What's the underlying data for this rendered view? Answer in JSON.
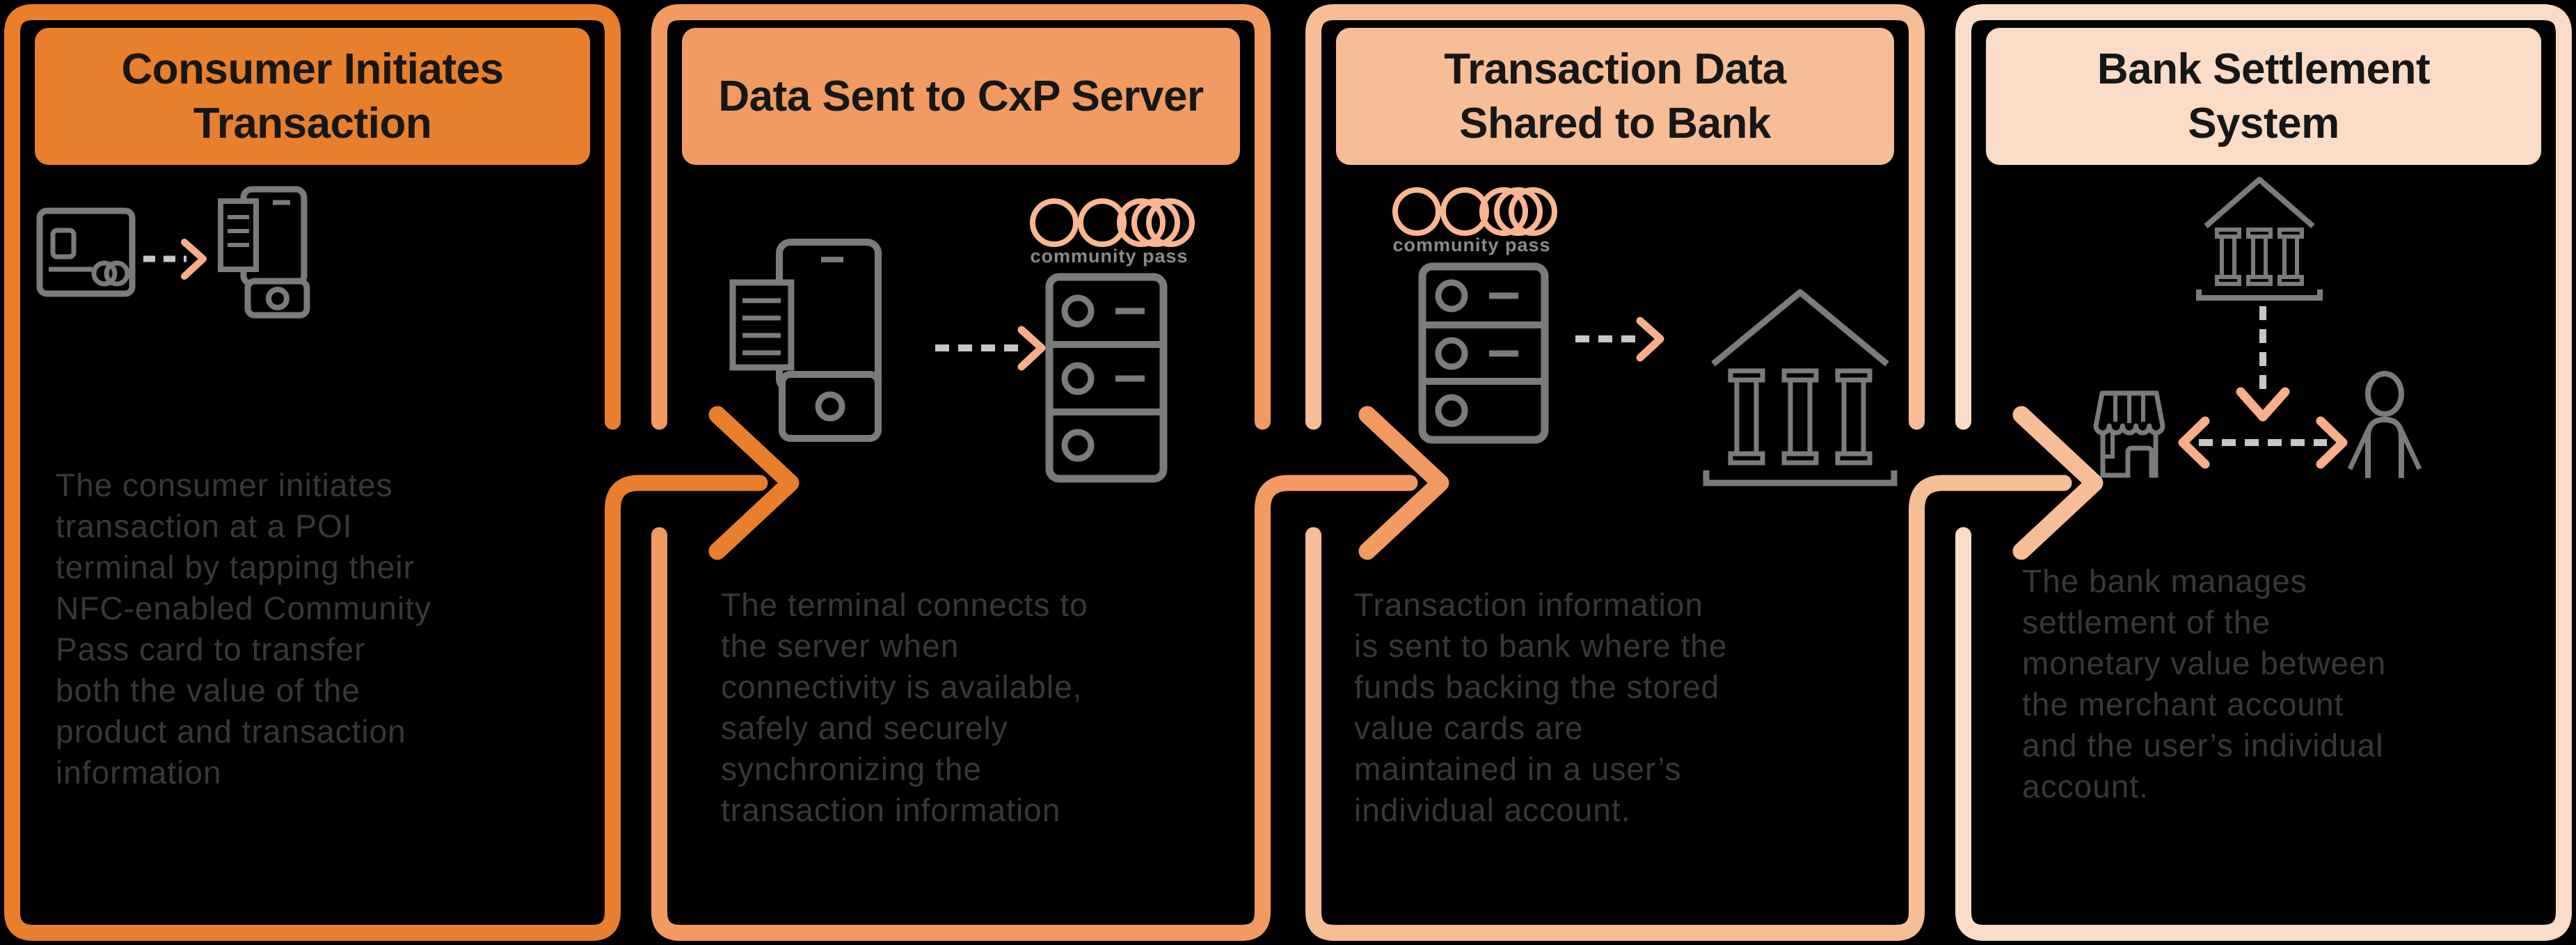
{
  "colors": {
    "background": "#000000",
    "panel1": "#E87F2D",
    "panel2": "#F19B62",
    "panel3": "#F6BD97",
    "panel4": "#FBDCC6",
    "icon-gray": "#7B7B7B",
    "dash-gray": "#C7C7C7",
    "salmon": "#F8AE88",
    "logo-salmon": "#F9B691",
    "logo-text-gray": "#8B8B8B",
    "header-text": "#161616",
    "body-text": "#383838"
  },
  "panels": [
    {
      "title": "Consumer Initiates\nTransaction",
      "body": "The consumer initiates\ntransaction at a POI\nterminal by tapping their\nNFC-enabled Community\nPass card to transfer\nboth the value of the\nproduct and transaction\ninformation"
    },
    {
      "title": "Data Sent to CxP Server",
      "logo_text": "community pass",
      "body": "The terminal connects to\nthe server when\nconnectivity is available,\nsafely and securely\nsynchronizing the\ntransaction information"
    },
    {
      "title": "Transaction Data\nShared to Bank",
      "logo_text": "community pass",
      "body": "Transaction information\nis sent to bank where the\nfunds backing the stored\nvalue cards are\nmaintained in a user’s\nindividual account."
    },
    {
      "title": "Bank Settlement\nSystem",
      "body": "The bank manages\nsettlement of the\nmonetary value between\nthe merchant account\nand the user’s individual\naccount."
    }
  ]
}
